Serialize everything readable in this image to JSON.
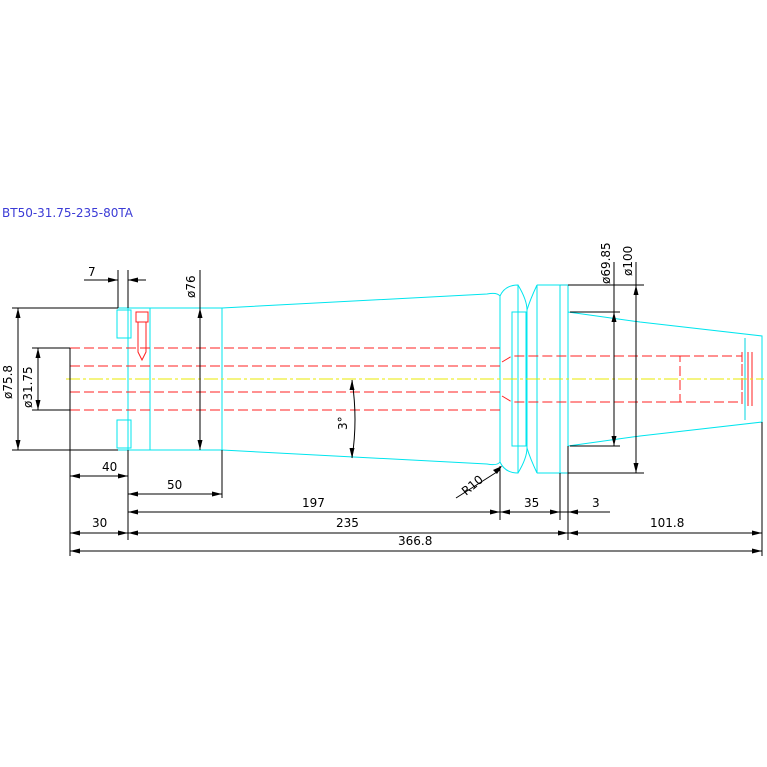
{
  "title": "BT50-31.75-235-80TA",
  "dimensions": {
    "d_75_8": "ø75.8",
    "d_31_75": "ø31.75",
    "d_76": "ø76",
    "d_69_85": "ø69.85",
    "d_100": "ø100",
    "len_7": "7",
    "len_40": "40",
    "len_50": "50",
    "len_197": "197",
    "len_35": "35",
    "len_3": "3",
    "len_30": "30",
    "len_235": "235",
    "len_101_8": "101.8",
    "len_366_8": "366.8",
    "angle_3": "3°",
    "radius_10": "R10"
  },
  "colors": {
    "part_outline": "#00e5ee",
    "dimension": "#000000",
    "centerline": "#e8e800",
    "bore_hidden": "#ff2020",
    "title": "#3b3bd6"
  }
}
